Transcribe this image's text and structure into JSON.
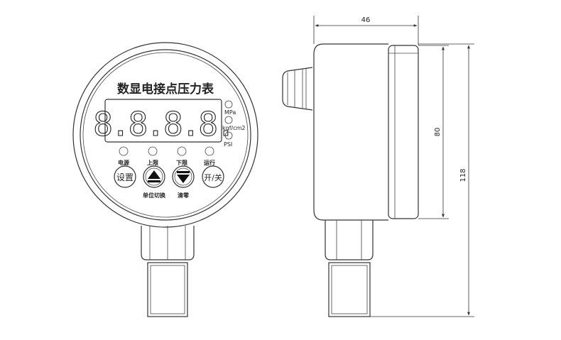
{
  "front_view": {
    "title": "数显电接点压力表",
    "display_digits": "8.8.8.8.",
    "unit_labels": [
      "MPa",
      "kgf/cm2",
      "PSI"
    ],
    "indicator_labels": [
      "电源",
      "上限",
      "下限",
      "运行"
    ],
    "buttons": {
      "settings": "设置",
      "power": "开/关"
    },
    "button_captions": {
      "unit_switch": "单位切换",
      "zero": "清零"
    }
  },
  "side_view": {
    "dimensions": {
      "width": "46",
      "body_height": "80",
      "total_height": "118"
    }
  }
}
